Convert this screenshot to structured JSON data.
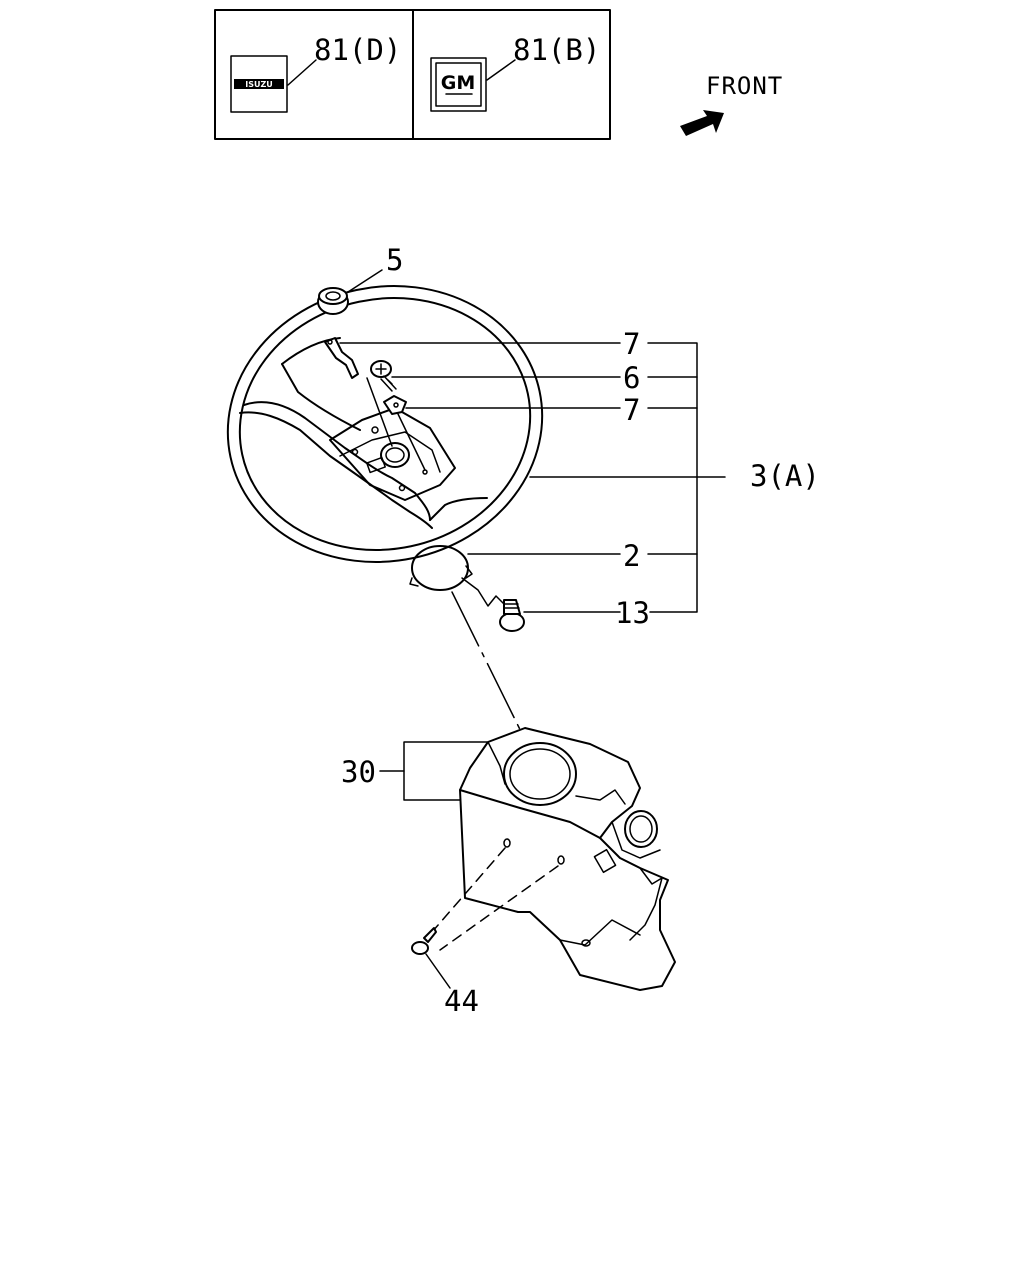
{
  "emblem_box": {
    "left_label": "81(D)",
    "right_label": "81(B)",
    "isuzu_logo_text": "ISUZU",
    "gm_logo_text": "GM"
  },
  "direction": {
    "label": "FRONT",
    "icon": "arrow-icon"
  },
  "callouts": {
    "p5": "5",
    "p7_top": "7",
    "p6": "6",
    "p7_bottom": "7",
    "p3a": "3(A)",
    "p2": "2",
    "p13": "13",
    "p30": "30",
    "p44": "44"
  }
}
